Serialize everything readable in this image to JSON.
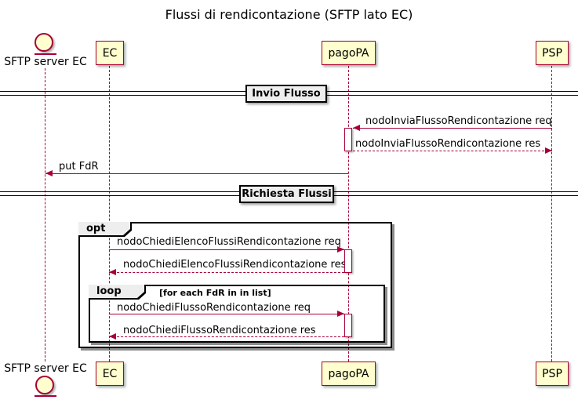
{
  "title": "Flussi di rendicontazione (SFTP lato EC)",
  "colors": {
    "accent": "#A80036",
    "participant_fill": "#FEFECE",
    "label_fill": "#EEEEEE",
    "frame_border": "#000000",
    "text": "#000000"
  },
  "participants": {
    "sftp": {
      "label": "SFTP server EC",
      "type": "entity"
    },
    "ec": {
      "label": "EC",
      "type": "participant"
    },
    "pagopa": {
      "label": "pagoPA",
      "type": "participant"
    },
    "psp": {
      "label": "PSP",
      "type": "participant"
    }
  },
  "dividers": [
    {
      "label": "Invio Flusso"
    },
    {
      "label": "Richiesta Flussi"
    }
  ],
  "fragments": {
    "opt": {
      "keyword": "opt",
      "guard": ""
    },
    "loop": {
      "keyword": "loop",
      "guard": "[for each FdR in in list]"
    }
  },
  "messages": [
    {
      "label": "nodoInviaFlussoRendicontazione req",
      "from": "PSP",
      "to": "pagoPA",
      "line": "solid"
    },
    {
      "label": "nodoInviaFlussoRendicontazione res",
      "from": "pagoPA",
      "to": "PSP",
      "line": "dashed"
    },
    {
      "label": "put FdR",
      "from": "pagoPA",
      "to": "SFTP server EC",
      "line": "solid"
    },
    {
      "label": "nodoChiediElencoFlussiRendicontazione req",
      "from": "EC",
      "to": "pagoPA",
      "line": "solid"
    },
    {
      "label": "nodoChiediElencoFlussiRendicontazione res",
      "from": "pagoPA",
      "to": "EC",
      "line": "dashed"
    },
    {
      "label": "nodoChiediFlussoRendicontazione req",
      "from": "EC",
      "to": "pagoPA",
      "line": "solid"
    },
    {
      "label": "nodoChiediFlussoRendicontazione res",
      "from": "pagoPA",
      "to": "EC",
      "line": "dashed"
    }
  ]
}
